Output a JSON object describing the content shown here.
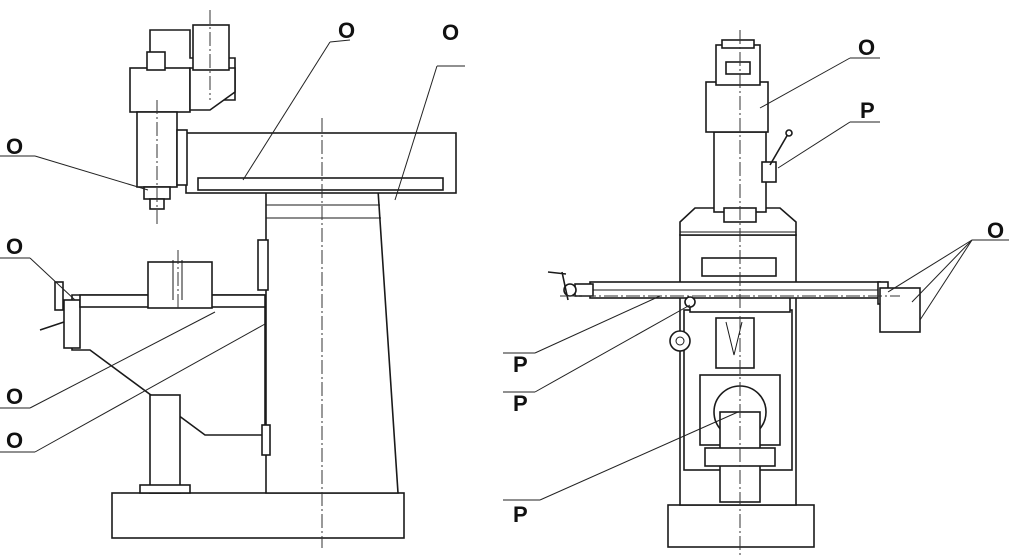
{
  "left_view": {
    "labels": [
      "O",
      "O",
      "O",
      "O",
      "O",
      "O"
    ]
  },
  "right_view": {
    "labels": [
      "O",
      "P",
      "O",
      "P",
      "P",
      "P"
    ]
  }
}
